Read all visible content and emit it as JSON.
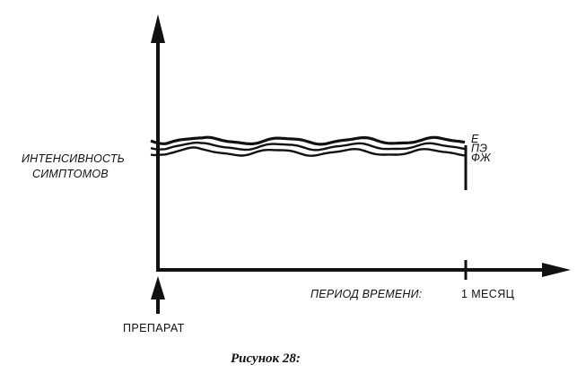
{
  "chart_data": {
    "type": "line",
    "ylabel_lines": [
      "ИНТЕНСИВНОСТЬ",
      "СИМПТОМОВ"
    ],
    "xlabel": "ПЕРИОД ВРЕМЕНИ:",
    "x_tick_label": "1 МЕСЯЦ",
    "marker_label": "ПРЕПАРАТ",
    "caption": "Рисунок 28:",
    "xlim": [
      0,
      1
    ],
    "ylim": [
      0,
      1
    ],
    "series": [
      {
        "name": "Е",
        "level": 0.56
      },
      {
        "name": "ПЭ",
        "level": 0.535
      },
      {
        "name": "ФЖ",
        "level": 0.51
      }
    ],
    "end_x": 1,
    "grid": false,
    "legend": "right-end-of-lines"
  },
  "colors": {
    "ink": "#111111",
    "background": "#ffffff"
  }
}
